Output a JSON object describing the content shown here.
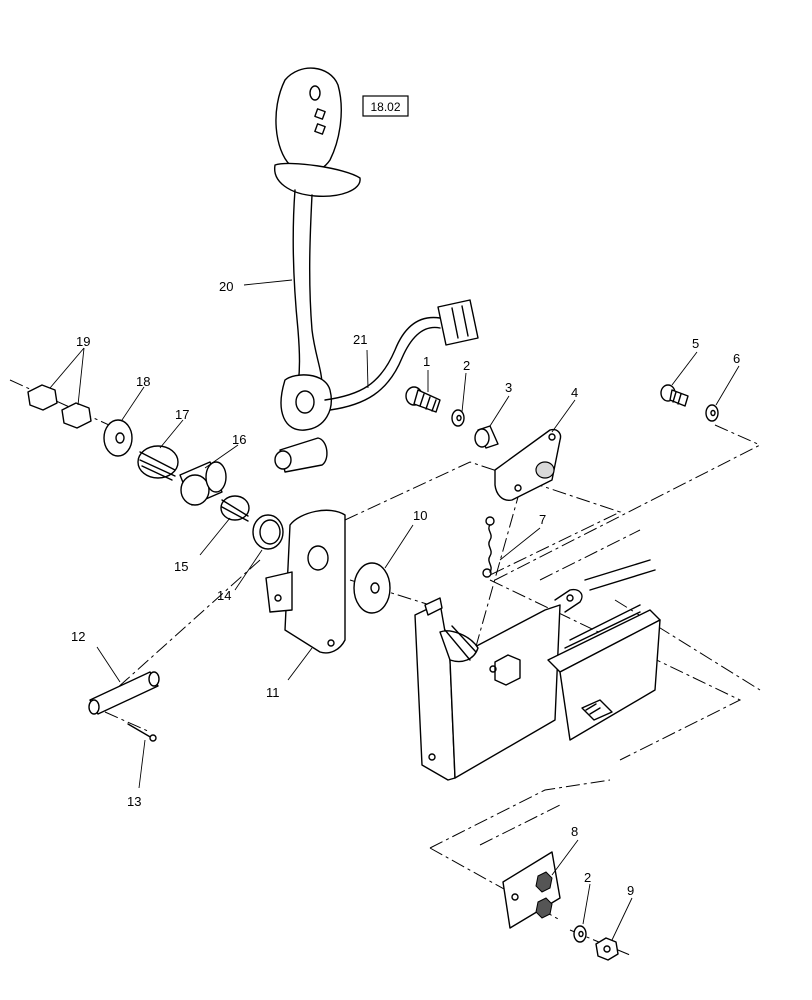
{
  "reference": "18.02",
  "callouts": [
    {
      "id": "c1",
      "label": "1"
    },
    {
      "id": "c2a",
      "label": "2"
    },
    {
      "id": "c3",
      "label": "3"
    },
    {
      "id": "c4",
      "label": "4"
    },
    {
      "id": "c5",
      "label": "5"
    },
    {
      "id": "c6",
      "label": "6"
    },
    {
      "id": "c7",
      "label": "7"
    },
    {
      "id": "c8",
      "label": "8"
    },
    {
      "id": "c2b",
      "label": "2"
    },
    {
      "id": "c9",
      "label": "9"
    },
    {
      "id": "c10",
      "label": "10"
    },
    {
      "id": "c11",
      "label": "11"
    },
    {
      "id": "c12",
      "label": "12"
    },
    {
      "id": "c13",
      "label": "13"
    },
    {
      "id": "c14",
      "label": "14"
    },
    {
      "id": "c15",
      "label": "15"
    },
    {
      "id": "c16",
      "label": "16"
    },
    {
      "id": "c17",
      "label": "17"
    },
    {
      "id": "c18",
      "label": "18"
    },
    {
      "id": "c19",
      "label": "19"
    },
    {
      "id": "c20",
      "label": "20"
    },
    {
      "id": "c21",
      "label": "21"
    }
  ]
}
